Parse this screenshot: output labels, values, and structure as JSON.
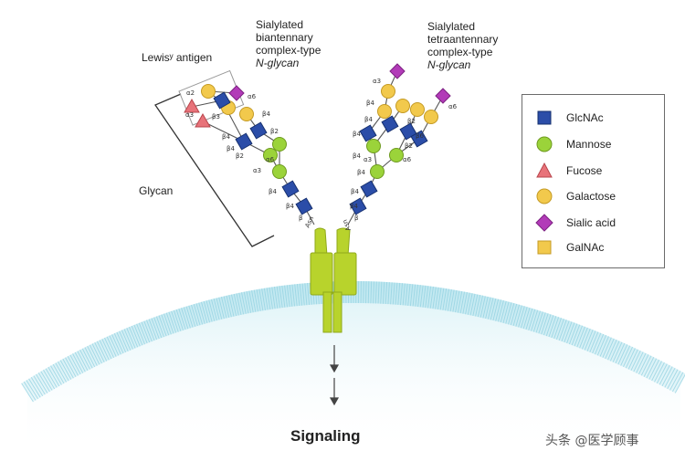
{
  "labels": {
    "lewis": "Lewisʸ antigen",
    "biantennary": [
      "Sialylated",
      "biantennary",
      "complex-type",
      "N-glycan"
    ],
    "tetraantennary": [
      "Sialylated",
      "tetraantennary",
      "complex-type",
      "N-glycan"
    ],
    "glycan": "Glycan",
    "signaling": "Signaling",
    "asn_left": "Asn",
    "asn_right": "Asn",
    "watermark": "头条 @医学顾事"
  },
  "legend": [
    {
      "shape": "square",
      "color": "#2b4da8",
      "label": "GlcNAc"
    },
    {
      "shape": "circle",
      "color": "#9bd33a",
      "label": "Mannose"
    },
    {
      "shape": "triangle",
      "color": "#e8737a",
      "label": "Fucose"
    },
    {
      "shape": "circle",
      "color": "#f2c94c",
      "label": "Galactose"
    },
    {
      "shape": "diamond",
      "color": "#b23bb8",
      "label": "Sialic acid"
    },
    {
      "shape": "square",
      "color": "#f2c94c",
      "label": "GalNAc"
    }
  ],
  "linkage_labels": {
    "left": [
      "α2",
      "α6",
      "α3",
      "β4",
      "β3",
      "β4",
      "β4",
      "β2",
      "β2",
      "α3",
      "α6",
      "β4",
      "β4",
      "β"
    ],
    "right": [
      "α3",
      "α6",
      "β4",
      "β4",
      "β6",
      "β2",
      "β4",
      "β2",
      "β4",
      "β4",
      "α3",
      "α6",
      "β4",
      "β4",
      "β"
    ]
  }
}
